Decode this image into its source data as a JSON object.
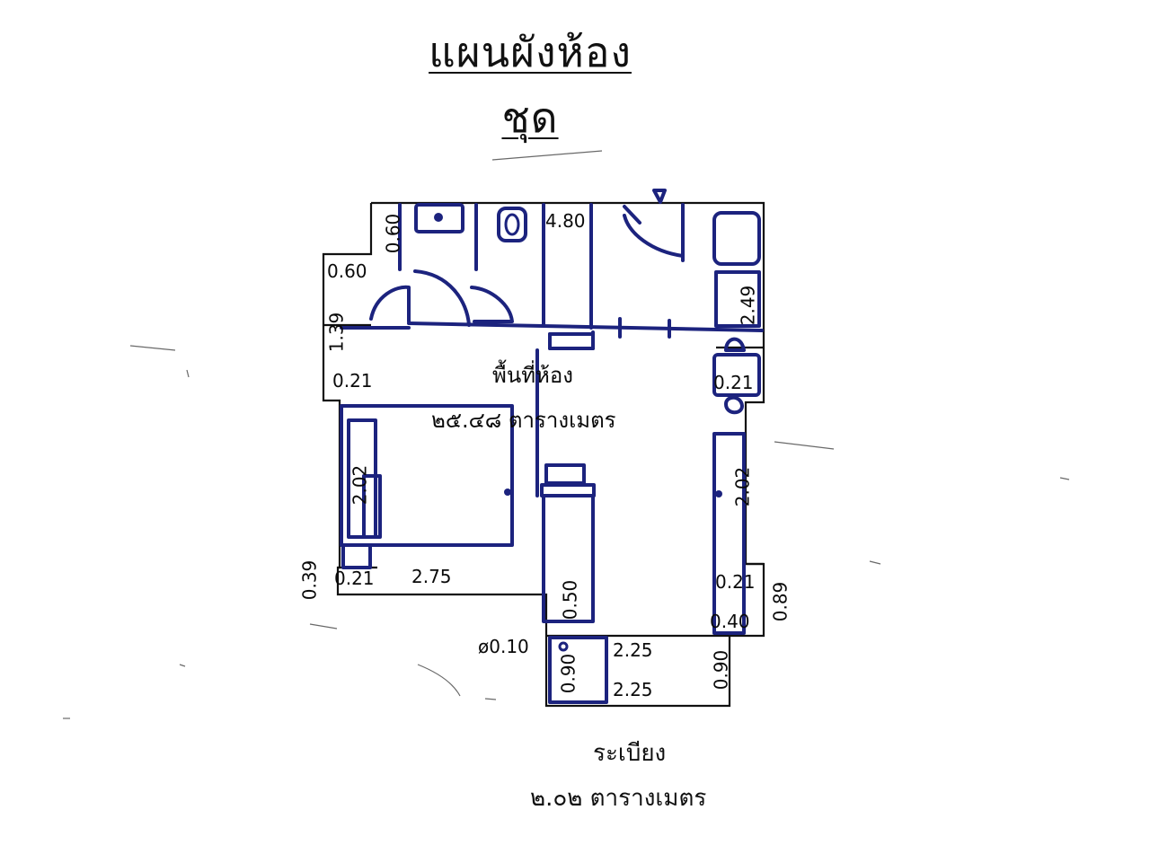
{
  "title": "แผนผังห้องชุด",
  "room": {
    "label": "พื้นที่ห้อง",
    "area": "๒๕.๔๘ ตารางเมตร"
  },
  "balcony": {
    "label": "ระเบียง",
    "area": "๒.๐๒ ตารางเมตร"
  },
  "dimensions": {
    "d060_top": "0.60",
    "d060_mid": "0.60",
    "d139": "1.39",
    "d021_left": "0.21",
    "d480": "4.80",
    "d249": "2.49",
    "d021_right": "0.21",
    "d202_left": "2.02",
    "d202_right": "2.02",
    "d039": "0.39",
    "d021_bottom_left": "0.21",
    "d275": "2.75",
    "d050": "0.50",
    "d021_bottom_right": "0.21",
    "d040": "0.40",
    "d089": "0.89",
    "d010": "ø0.10",
    "d090_left": "0.90",
    "d225_top": "2.25",
    "d225_bottom": "2.25",
    "d090_right": "0.90"
  }
}
